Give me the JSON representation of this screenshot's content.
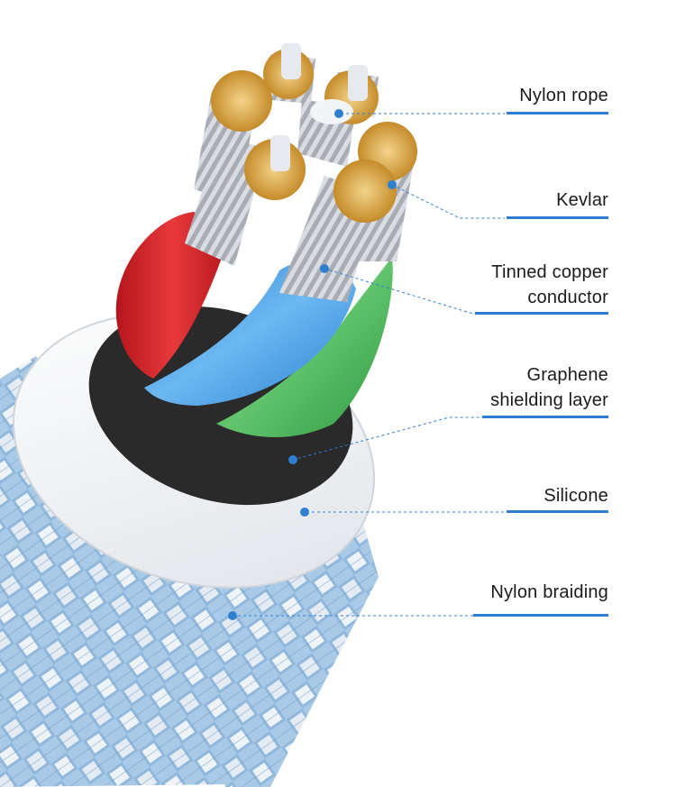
{
  "labels": [
    {
      "id": "nylon-rope",
      "lines": [
        "Nylon rope"
      ]
    },
    {
      "id": "kevlar",
      "lines": [
        "Kevlar"
      ]
    },
    {
      "id": "tinned-copper-conductor",
      "lines": [
        "Tinned copper",
        "conductor"
      ]
    },
    {
      "id": "graphene-shielding-layer",
      "lines": [
        "Graphene",
        "shielding layer"
      ]
    },
    {
      "id": "silicone",
      "lines": [
        "Silicone"
      ]
    },
    {
      "id": "nylon-braiding",
      "lines": [
        "Nylon braiding"
      ]
    }
  ],
  "colors": {
    "callout": "#2f7fd0",
    "braid_blue": "#8fb8dc",
    "braid_white": "#eef3f8",
    "red_core": "#d8262b",
    "blue_core": "#3c9be6",
    "green_core": "#3fae4f",
    "shield": "#2a2a2a",
    "silicone": "#f3f5f7",
    "copper": "#d9a441"
  }
}
